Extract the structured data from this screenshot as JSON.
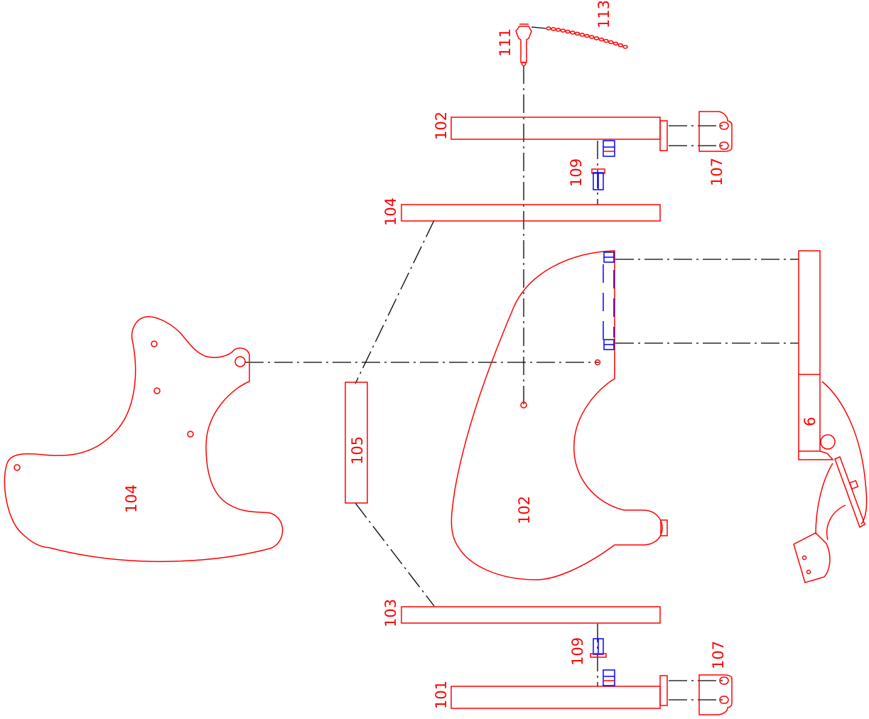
{
  "labels": {
    "top_plate_102": "102",
    "upper_107": "107",
    "upper_109": "109",
    "top_plate_104": "104",
    "pin_111": "111",
    "chain_113": "113",
    "spacer_105": "105",
    "side_104": "104",
    "side_102": "102",
    "bottom_plate_103": "103",
    "lower_109": "109",
    "lower_107": "107",
    "bottom_plate_101": "101",
    "arm_6": "6"
  },
  "colors": {
    "part": "#ff0000",
    "hardware": "#0000ff",
    "centerline": "#000000"
  }
}
